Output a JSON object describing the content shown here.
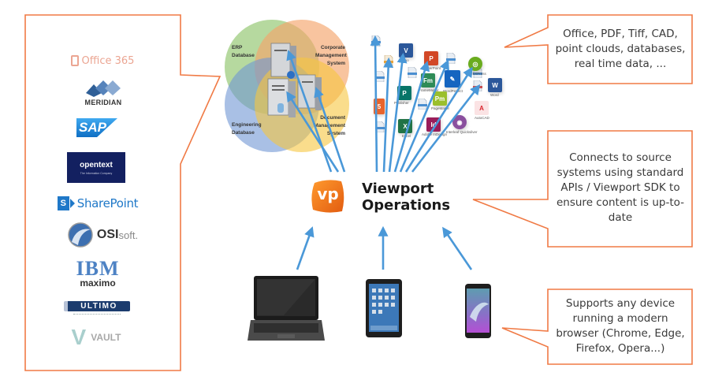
{
  "diagram": {
    "center": {
      "logo_badge": "vp",
      "title_line1": "Viewport",
      "title_line2": "Operations",
      "brand_color": "#f07d1a"
    },
    "source_systems_panel": {
      "logos": [
        {
          "name": "Office 365",
          "text": "Office 365",
          "color": "#e9a28f"
        },
        {
          "name": "Meridian",
          "text": "MERIDIAN",
          "color": "#2f5f97"
        },
        {
          "name": "SAP",
          "text": "SAP",
          "color": "#1c8fd6"
        },
        {
          "name": "OpenText",
          "text": "opentext",
          "subtext": "The Information Company",
          "color": "#132060"
        },
        {
          "name": "SharePoint",
          "text": "SharePoint",
          "badge": "S",
          "color": "#1f78c8"
        },
        {
          "name": "OSIsoft",
          "text_bold": "OSI",
          "text_light": "soft.",
          "color": "#3d6fb0"
        },
        {
          "name": "IBM Maximo",
          "text": "IBM",
          "subtext": "maximo",
          "color": "#4d82c4"
        },
        {
          "name": "Ultimo",
          "text": "ULTIMO",
          "color": "#1c3c6e"
        },
        {
          "name": "Vault",
          "text": "VAULT",
          "badge": "V",
          "color": "#9dc3c2"
        }
      ]
    },
    "venn": {
      "labels": {
        "erp": [
          "ERP",
          "Database"
        ],
        "corporate": [
          "Corporate",
          "Management",
          "System"
        ],
        "engineering": [
          "Engineering",
          "Database"
        ],
        "document": [
          "Document",
          "Management",
          "System"
        ]
      },
      "colors": {
        "erp": "#8fc46b",
        "corporate": "#f4a46b",
        "engineering": "#6f96d3",
        "document": "#f7c640"
      }
    },
    "apps": [
      {
        "label": "Visio",
        "badge": "V",
        "color": "#2b579a"
      },
      {
        "label": "PowerPoint",
        "badge": "P",
        "color": "#d24726"
      },
      {
        "label": "FrameMaker",
        "badge": "Fm",
        "color": "#2e8b57"
      },
      {
        "label": "WordPerfect",
        "badge": "✎",
        "color": "#1565c0"
      },
      {
        "label": "QuarkXPress",
        "badge": "◎",
        "color": "#6aac1e"
      },
      {
        "label": "Publisher",
        "badge": "P",
        "color": "#077568"
      },
      {
        "label": "PageMaker",
        "badge": "Pm",
        "color": "#9bbf2c"
      },
      {
        "label": "Word",
        "badge": "W",
        "color": "#2b579a"
      },
      {
        "label": "HTML",
        "badge": "5",
        "color": "#e8642c"
      },
      {
        "label": "AutoCAD",
        "badge": "A",
        "color": "#d9262e"
      },
      {
        "label": "Excel",
        "badge": "X",
        "color": "#217346"
      },
      {
        "label": "Adobe InDesign",
        "badge": "Id",
        "color": "#9a1d5a"
      },
      {
        "label": "Interleaf Quicksilver",
        "badge": "◉",
        "color": "#8a4f9e"
      }
    ],
    "callouts": [
      {
        "id": "formats",
        "text": "Office, PDF, Tiff, CAD, point clouds, databases, real time data, ..."
      },
      {
        "id": "connects",
        "text": "Connects to source systems using standard APIs / Viewport SDK to ensure content is up-to-date"
      },
      {
        "id": "devices",
        "text": "Supports any device running a modern browser (Chrome, Edge, Firefox, Opera...)"
      }
    ],
    "devices": [
      {
        "name": "laptop"
      },
      {
        "name": "tablet"
      },
      {
        "name": "smartphone"
      }
    ],
    "colors": {
      "callout_border": "#f07a45",
      "arrow": "#4a98d8"
    }
  }
}
